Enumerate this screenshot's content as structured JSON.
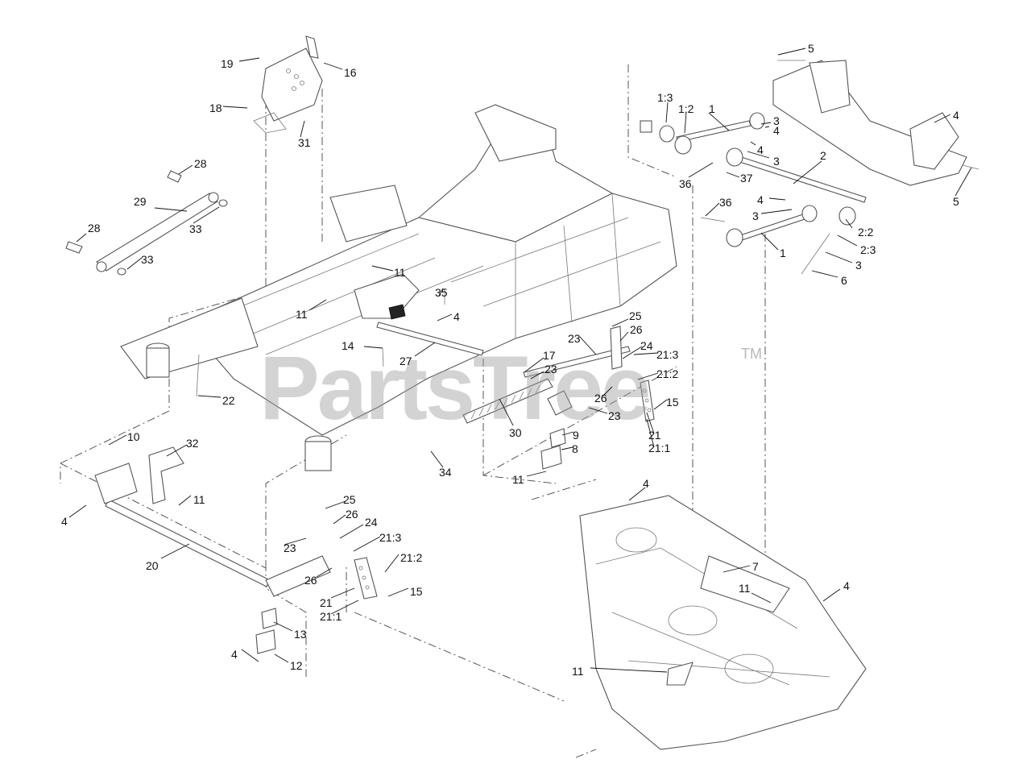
{
  "watermark": {
    "text": "PartsTree",
    "trademark": "TM"
  },
  "callouts": [
    "1:3",
    "1:2",
    "1",
    "3",
    "4",
    "4",
    "3",
    "36",
    "37",
    "2",
    "5",
    "4",
    "5",
    "36",
    "4",
    "3",
    "2:2",
    "2:3",
    "1",
    "3",
    "6",
    "19",
    "16",
    "18",
    "31",
    "28",
    "29",
    "33",
    "28",
    "33",
    "11",
    "11",
    "35",
    "4",
    "14",
    "27",
    "22",
    "17",
    "23",
    "30",
    "25",
    "26",
    "23",
    "24",
    "21:3",
    "21:2",
    "26",
    "15",
    "23",
    "21",
    "21:1",
    "9",
    "8",
    "11",
    "34",
    "10",
    "32",
    "4",
    "11",
    "20",
    "25",
    "26",
    "24",
    "23",
    "21:3",
    "21:2",
    "26",
    "15",
    "21",
    "21:1",
    "13",
    "4",
    "12",
    "4",
    "7",
    "11",
    "4",
    "11"
  ]
}
